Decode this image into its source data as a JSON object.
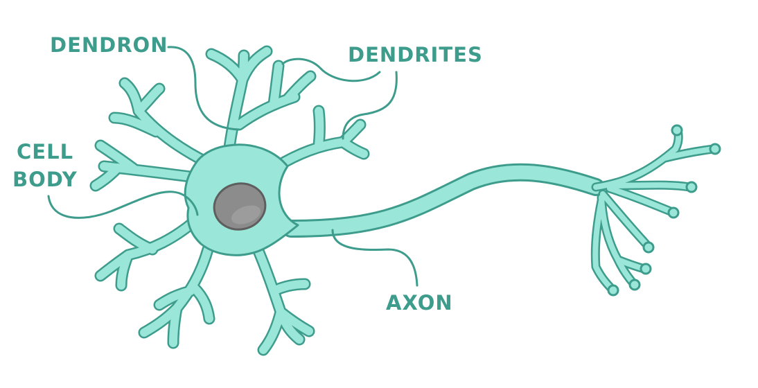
{
  "colors": {
    "cell_fill": "#9ae6d8",
    "cell_stroke": "#3d9c8c",
    "nucleus_fill": "#8c8c8c",
    "nucleus_stroke": "#5e5e5e",
    "nucleus_highlight": "#a9a9a9",
    "label_color": "#3d9c8c",
    "background": "#ffffff"
  },
  "labels": {
    "dendron": "DENDRON",
    "dendrites": "DENDRITES",
    "cell_body_line1": "CELL",
    "cell_body_line2": "BODY",
    "axon": "AXON"
  }
}
